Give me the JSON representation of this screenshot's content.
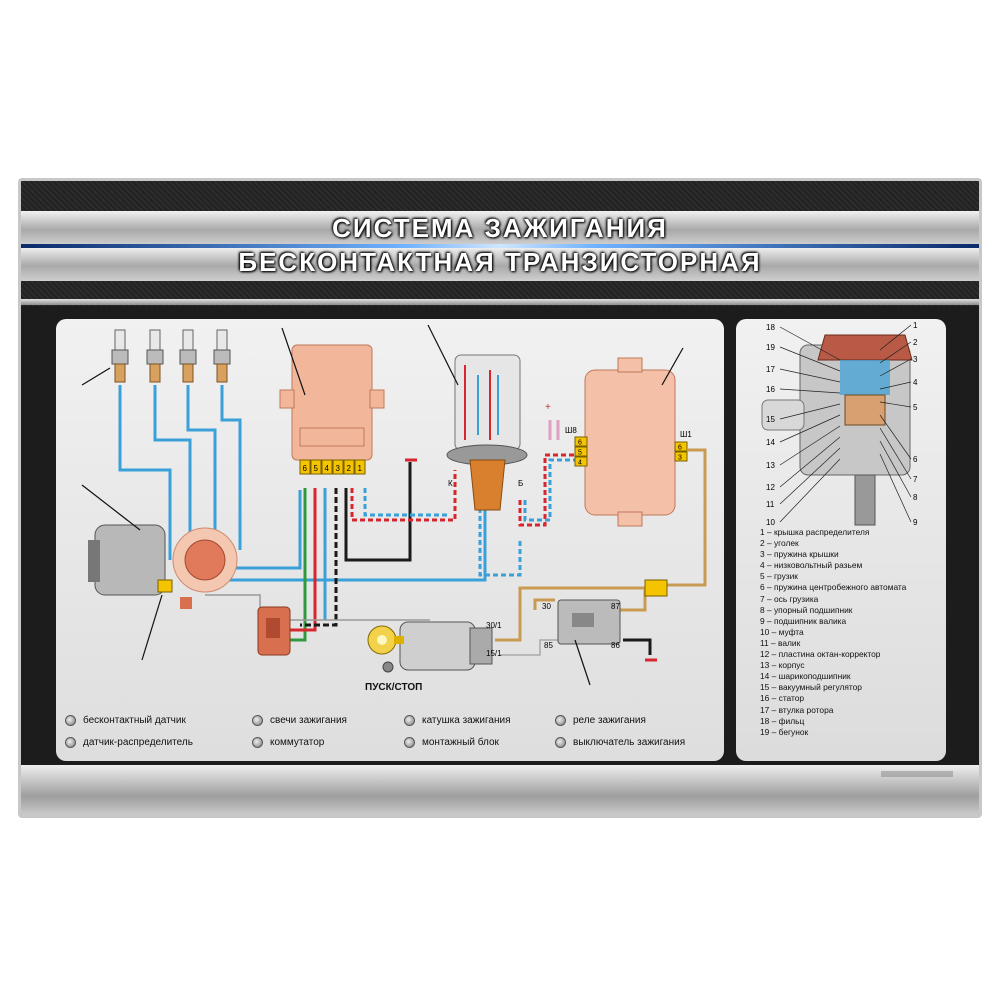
{
  "title": {
    "line1": "СИСТЕМА ЗАЖИГАНИЯ",
    "line2": "БЕСКОНТАКТНАЯ ТРАНЗИСТОРНАЯ"
  },
  "legend": [
    "бесконтактный датчик",
    "датчик-распределитель",
    "свечи зажигания",
    "коммутатор",
    "катушка зажигания",
    "монтажный блок",
    "реле зажигания",
    "выключатель зажигания"
  ],
  "switch_label": "ПУСК/СТОП",
  "connector_labels": {
    "commutator_pins": [
      "6",
      "5",
      "4",
      "3",
      "2",
      "1"
    ],
    "block_left_header": "Ш8",
    "block_left_pins": [
      "6",
      "5",
      "4"
    ],
    "block_right_header": "Ш1",
    "block_right_pins": [
      "6",
      "3"
    ],
    "relay_pins": [
      "30",
      "87",
      "85",
      "86"
    ],
    "switch_pins": [
      "30/1",
      "15/1"
    ],
    "coil_terminals": [
      "К",
      "Б"
    ],
    "supply_plus": "+",
    "supply_minus": "−"
  },
  "distributor_callouts": {
    "left": [
      "18",
      "19",
      "17",
      "16",
      "15",
      "14",
      "13",
      "12",
      "11",
      "10"
    ],
    "right": [
      "1",
      "2",
      "3",
      "4",
      "5",
      "6",
      "7",
      "8",
      "9"
    ]
  },
  "parts_list": [
    "1 – крышка распределителя",
    "2 – уголек",
    "3 – пружина крышки",
    "4 – низковольтный разьем",
    "5 – грузик",
    "6 – пружина центробежного автомата",
    "7 – ось грузика",
    "8 – упорный подшипник",
    "9 – подшипник валика",
    "10 – муфта",
    "11 – валик",
    "12 – пластина октан-корректор",
    "13 – корпус",
    "14 – шарикоподшипник",
    "15 – вакуумный регулятор",
    "16 – статор",
    "17 – втулка ротора",
    "18 – фильц",
    "19 – бегунок"
  ],
  "colors": {
    "wire_blue": "#3aa0d8",
    "wire_red": "#d8262e",
    "wire_black": "#1a1a1a",
    "wire_tan": "#c99a52",
    "wire_green": "#2f9a3c",
    "wire_pink": "#e0a0c0",
    "commutator_body": "#f2b79a",
    "connector_yellow": "#f4c400"
  },
  "icons": [
    "spark-plug-icon",
    "distributor-icon",
    "commutator-icon",
    "ignition-coil-icon",
    "fuse-block-icon",
    "relay-icon",
    "ignition-switch-icon",
    "key-icon",
    "ground-icon",
    "legend-bullet-icon"
  ]
}
